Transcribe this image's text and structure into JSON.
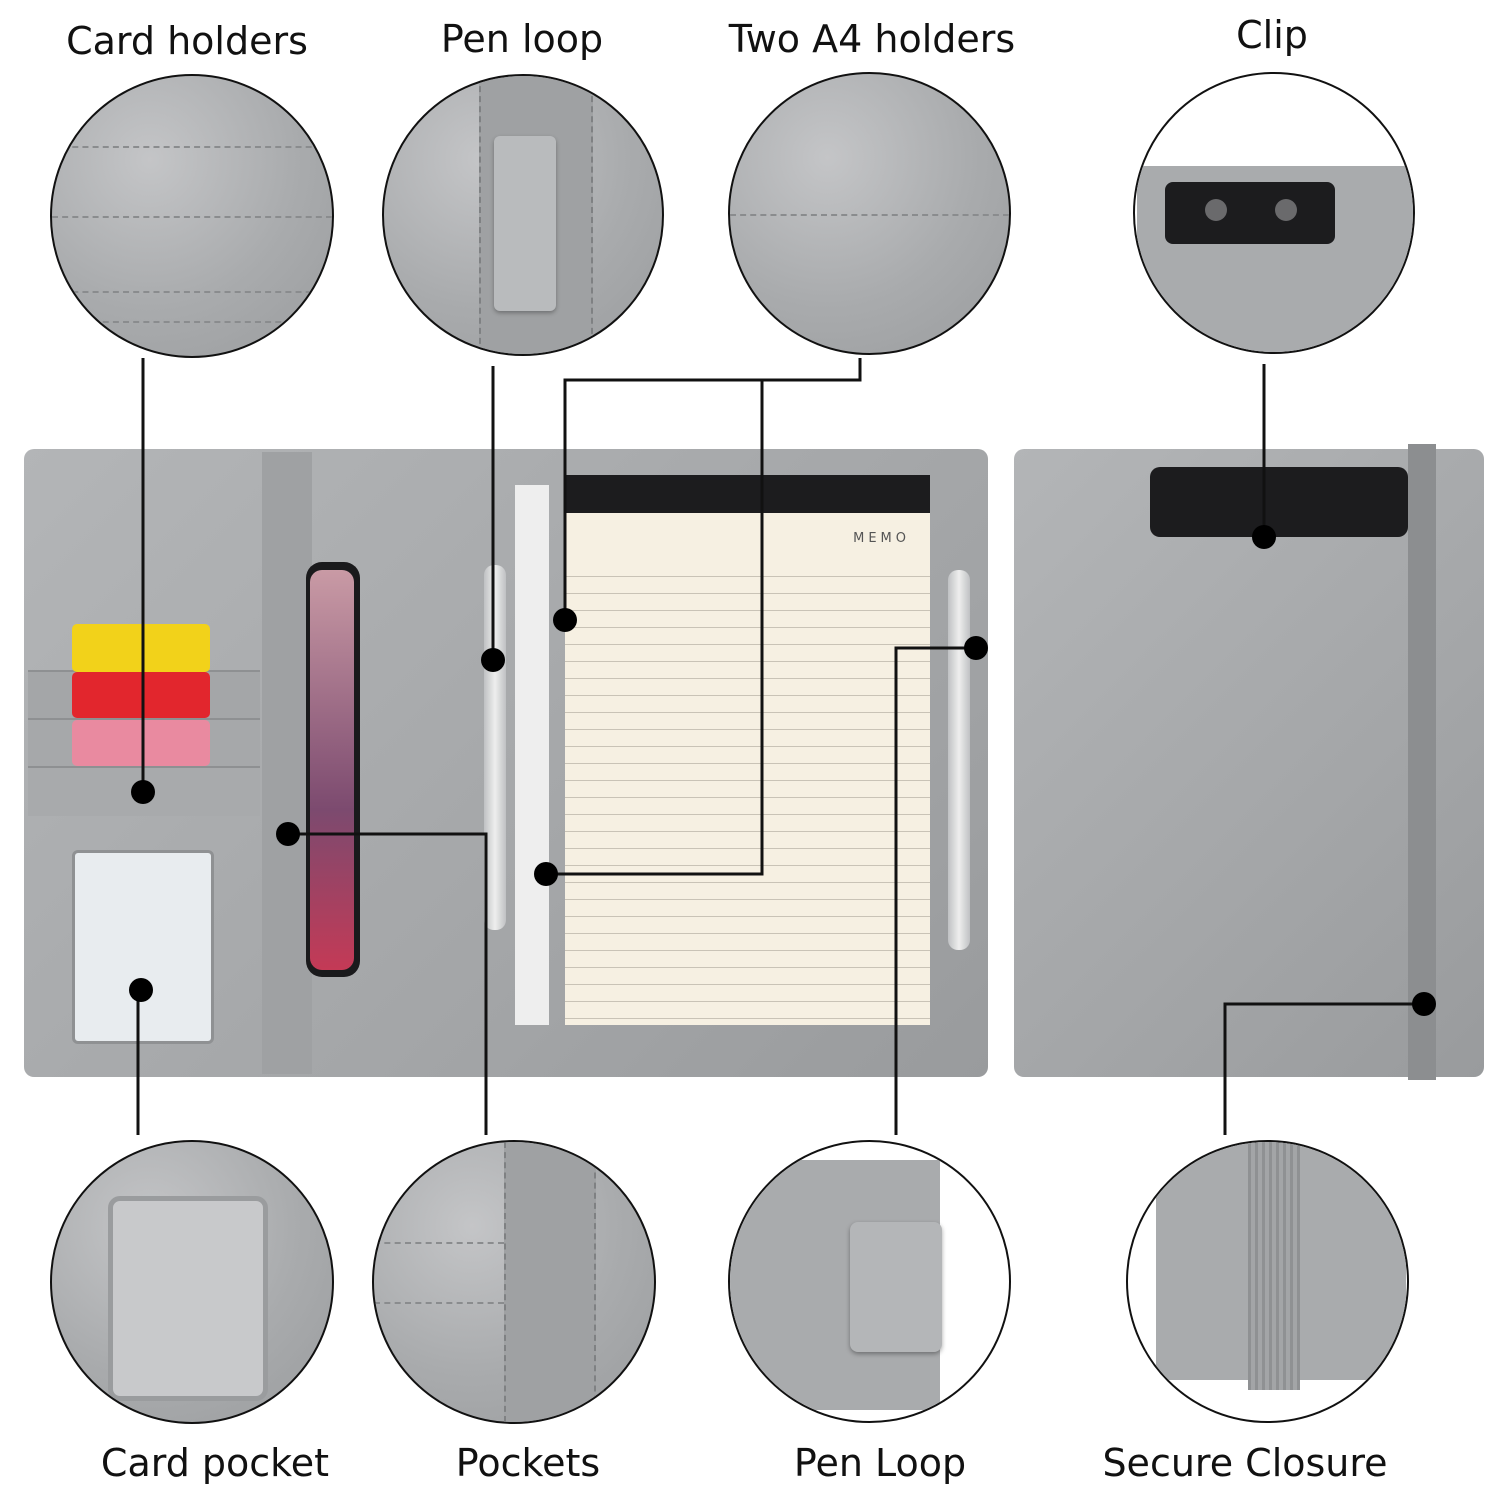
{
  "labels": {
    "card_holders": "Card holders",
    "pen_loop_top": "Pen loop",
    "two_a4_holders": "Two A4 holders",
    "clip": "Clip",
    "card_pocket": "Card pocket",
    "pockets": "Pockets",
    "pen_loop_bottom": "Pen Loop",
    "secure_closure": "Secure Closure"
  },
  "notepad": {
    "header": "MEMO"
  },
  "colors": {
    "leather": "#a9abad",
    "clip": "#1c1c1e",
    "line": "#111111",
    "paper": "#f6f0e2"
  }
}
